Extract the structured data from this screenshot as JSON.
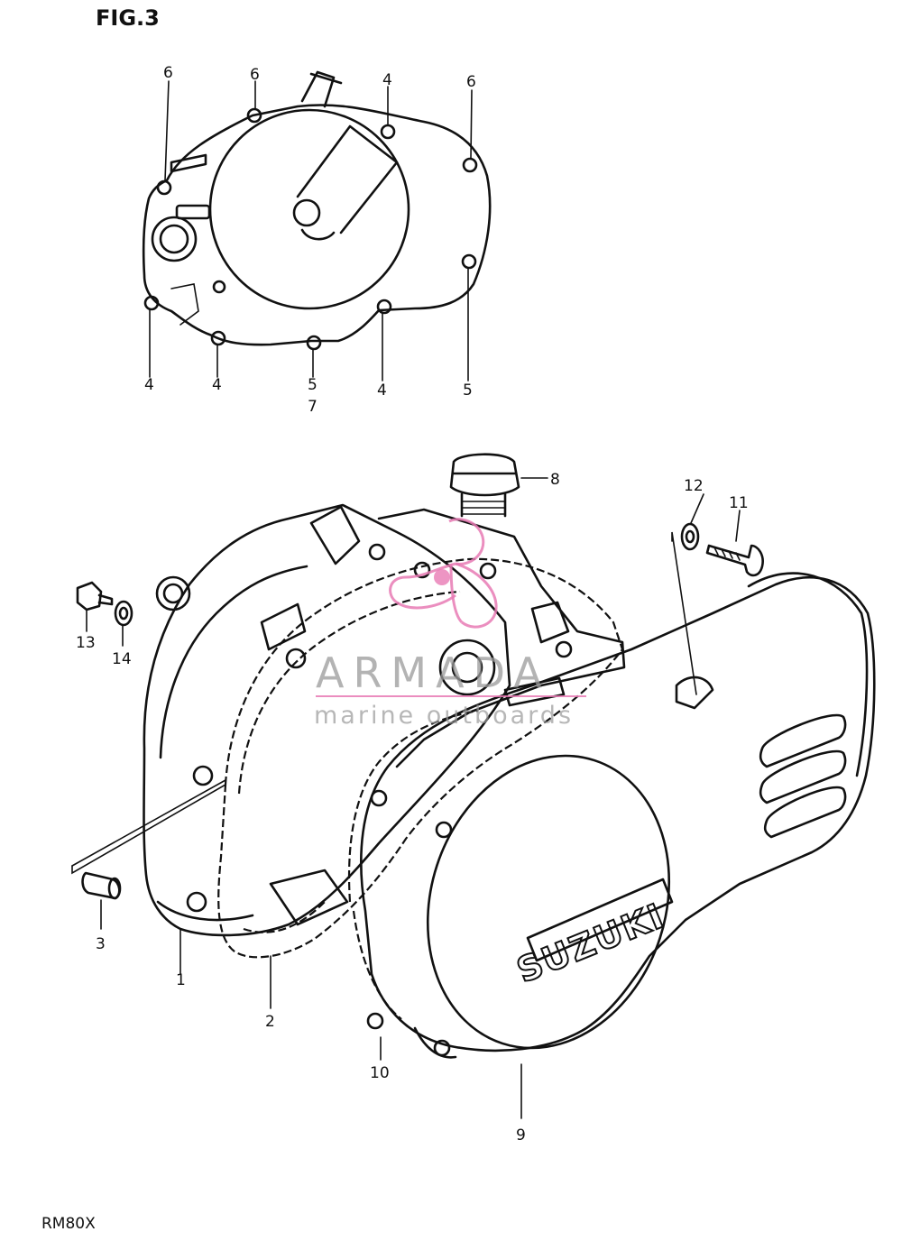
{
  "figure_label": "FIG.3",
  "model_label": "RM80X",
  "brand_label": "SUZUKI",
  "watermark": {
    "name": "ARMADA",
    "tagline": "marine outboards",
    "accent": "#e87ab4"
  },
  "callouts": [
    {
      "id": "c6a",
      "text": "6"
    },
    {
      "id": "c6b",
      "text": "6"
    },
    {
      "id": "c4a",
      "text": "4"
    },
    {
      "id": "c6c",
      "text": "6"
    },
    {
      "id": "c4b",
      "text": "4"
    },
    {
      "id": "c4c",
      "text": "4"
    },
    {
      "id": "c5a",
      "text": "5"
    },
    {
      "id": "c7",
      "text": "7"
    },
    {
      "id": "c4d",
      "text": "4"
    },
    {
      "id": "c5b",
      "text": "5"
    },
    {
      "id": "c8",
      "text": "8"
    },
    {
      "id": "c12",
      "text": "12"
    },
    {
      "id": "c11",
      "text": "11"
    },
    {
      "id": "c13",
      "text": "13"
    },
    {
      "id": "c14",
      "text": "14"
    },
    {
      "id": "c3",
      "text": "3"
    },
    {
      "id": "c1",
      "text": "1"
    },
    {
      "id": "c2",
      "text": "2"
    },
    {
      "id": "c10",
      "text": "10"
    },
    {
      "id": "c9",
      "text": "9"
    }
  ]
}
